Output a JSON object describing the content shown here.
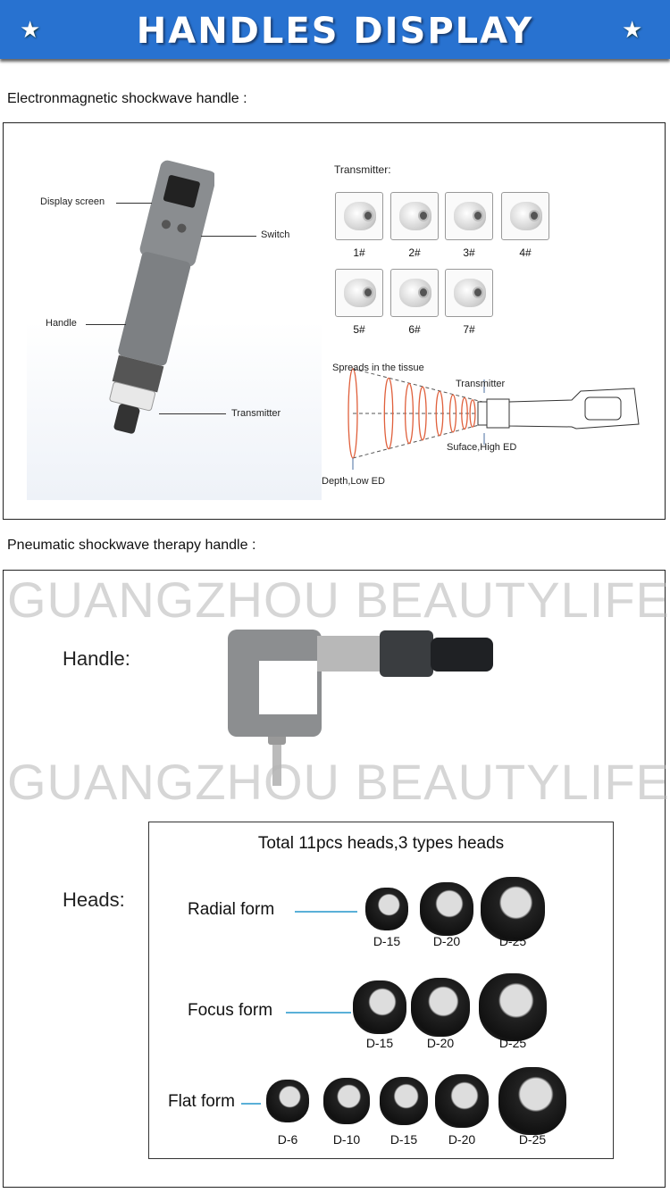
{
  "banner": {
    "title": "HANDLES  DISPLAY",
    "star_icon": "star-icon",
    "color": "#2872d0"
  },
  "watermark": "GUANGZHOU BEAUTYLIFE",
  "section1": {
    "heading": "Electronmagnetic shockwave handle :",
    "callouts": {
      "display_screen": "Display screen",
      "switch": "Switch",
      "handle": "Handle",
      "transmitter": "Transmitter"
    },
    "transmitter_title": "Transmitter:",
    "transmitters": [
      "1#",
      "2#",
      "3#",
      "4#",
      "5#",
      "6#",
      "7#"
    ],
    "diagram": {
      "spreads": "Spreads in the tissue",
      "transmitter": "Transmitter",
      "surface": "Suface,High ED",
      "depth": "Depth,Low ED",
      "wave_color": "#e0603c"
    }
  },
  "section2": {
    "heading": "Pneumatic shockwave  therapy handle :",
    "handle_label": "Handle:",
    "heads_label": "Heads:",
    "heads_title": "Total 11pcs heads,3 types heads",
    "forms": [
      {
        "name": "Radial form",
        "heads": [
          "D-15",
          "D-20",
          "D-25"
        ]
      },
      {
        "name": "Focus form",
        "heads": [
          "D-15",
          "D-20",
          "D-25"
        ]
      },
      {
        "name": "Flat form",
        "heads": [
          "D-6",
          "D-10",
          "D-15",
          "D-20",
          "D-25"
        ]
      }
    ],
    "leader_color": "#5ab0d8"
  }
}
